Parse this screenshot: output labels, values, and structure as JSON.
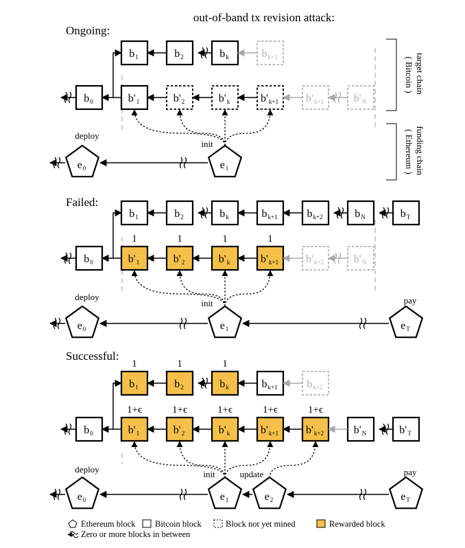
{
  "title": "out-of-band tx revision attack:",
  "sections": {
    "ongoing": "Ongoing:",
    "failed": "Failed:",
    "successful": "Successful:"
  },
  "side_labels": {
    "target": [
      "target chain",
      "( Bitcoin )"
    ],
    "funding": [
      "funding chain",
      "( Ethereum )"
    ]
  },
  "legend": {
    "ethereum": "Ethereum block",
    "bitcoin": "Bitcoin block",
    "pending": "Block not yet mined",
    "rewarded": "Rewarded block",
    "skip": "Zero or more blocks in between"
  },
  "blocks": {
    "ongoing_top": [
      {
        "main": "b",
        "sub": "1",
        "style": "solid"
      },
      {
        "main": "b",
        "sub": "2",
        "style": "solid"
      },
      {
        "main": "b",
        "sub": "k",
        "style": "solid"
      },
      {
        "main": "b",
        "sub": "k+1",
        "style": "gray"
      }
    ],
    "ongoing_bottom": [
      {
        "main": "b",
        "sub": "0",
        "style": "solid"
      },
      {
        "main": "b'",
        "sub": "1",
        "style": "solid"
      },
      {
        "main": "b'",
        "sub": "2",
        "style": "pending"
      },
      {
        "main": "b'",
        "sub": "k",
        "style": "pending"
      },
      {
        "main": "b'",
        "sub": "k+1",
        "style": "pending"
      },
      {
        "main": "b'",
        "sub": "k+2",
        "style": "gray"
      },
      {
        "main": "b'",
        "sub": "N",
        "style": "gray"
      }
    ],
    "failed_top": [
      {
        "main": "b",
        "sub": "1",
        "style": "solid"
      },
      {
        "main": "b",
        "sub": "2",
        "style": "solid"
      },
      {
        "main": "b",
        "sub": "k",
        "style": "solid"
      },
      {
        "main": "b",
        "sub": "k+1",
        "style": "solid"
      },
      {
        "main": "b",
        "sub": "k+2",
        "style": "solid"
      },
      {
        "main": "b",
        "sub": "N",
        "style": "solid"
      },
      {
        "main": "b",
        "sub": "T",
        "style": "solid"
      }
    ],
    "failed_bottom": [
      {
        "main": "b",
        "sub": "0",
        "style": "solid"
      },
      {
        "main": "b'",
        "sub": "1",
        "style": "rewarded",
        "reward": "1"
      },
      {
        "main": "b'",
        "sub": "2",
        "style": "rewarded",
        "reward": "1"
      },
      {
        "main": "b'",
        "sub": "k",
        "style": "rewarded",
        "reward": "1"
      },
      {
        "main": "b'",
        "sub": "k+1",
        "style": "rewarded",
        "reward": "1"
      },
      {
        "main": "b'",
        "sub": "k+2",
        "style": "gray"
      },
      {
        "main": "b'",
        "sub": "N",
        "style": "gray"
      }
    ],
    "success_top": [
      {
        "main": "b",
        "sub": "1",
        "style": "rewarded",
        "reward": "1"
      },
      {
        "main": "b",
        "sub": "2",
        "style": "rewarded",
        "reward": "1"
      },
      {
        "main": "b",
        "sub": "k",
        "style": "rewarded",
        "reward": "1"
      },
      {
        "main": "b",
        "sub": "k+1",
        "style": "solid"
      },
      {
        "main": "b",
        "sub": "k+2",
        "style": "gray"
      }
    ],
    "success_bottom": [
      {
        "main": "b",
        "sub": "0",
        "style": "solid"
      },
      {
        "main": "b'",
        "sub": "1",
        "style": "rewarded",
        "reward": "1+ϵ"
      },
      {
        "main": "b'",
        "sub": "2",
        "style": "rewarded",
        "reward": "1+ϵ"
      },
      {
        "main": "b'",
        "sub": "k",
        "style": "rewarded",
        "reward": "1+ϵ"
      },
      {
        "main": "b'",
        "sub": "k+1",
        "style": "rewarded",
        "reward": "1+ϵ"
      },
      {
        "main": "b'",
        "sub": "k+2",
        "style": "rewarded",
        "reward": "1+ϵ"
      },
      {
        "main": "b'",
        "sub": "N",
        "style": "solid"
      },
      {
        "main": "b'",
        "sub": "T",
        "style": "solid"
      }
    ]
  },
  "eth_blocks": {
    "ongoing": [
      {
        "main": "e",
        "sub": "0",
        "tag": "deploy"
      },
      {
        "main": "e",
        "sub": "1",
        "tag": "init"
      }
    ],
    "failed": [
      {
        "main": "e",
        "sub": "0",
        "tag": "deploy"
      },
      {
        "main": "e",
        "sub": "1",
        "tag": "init"
      },
      {
        "main": "e",
        "sub": "T",
        "tag": "pay"
      }
    ],
    "successful": [
      {
        "main": "e",
        "sub": "0",
        "tag": "deploy"
      },
      {
        "main": "e",
        "sub": "1",
        "tag": "init"
      },
      {
        "main": "e",
        "sub": "2",
        "tag": "update"
      },
      {
        "main": "e",
        "sub": "T",
        "tag": "pay"
      }
    ]
  },
  "colors": {
    "rewarded": "#f5c04a",
    "pending_gray": "#b0b0b0"
  }
}
